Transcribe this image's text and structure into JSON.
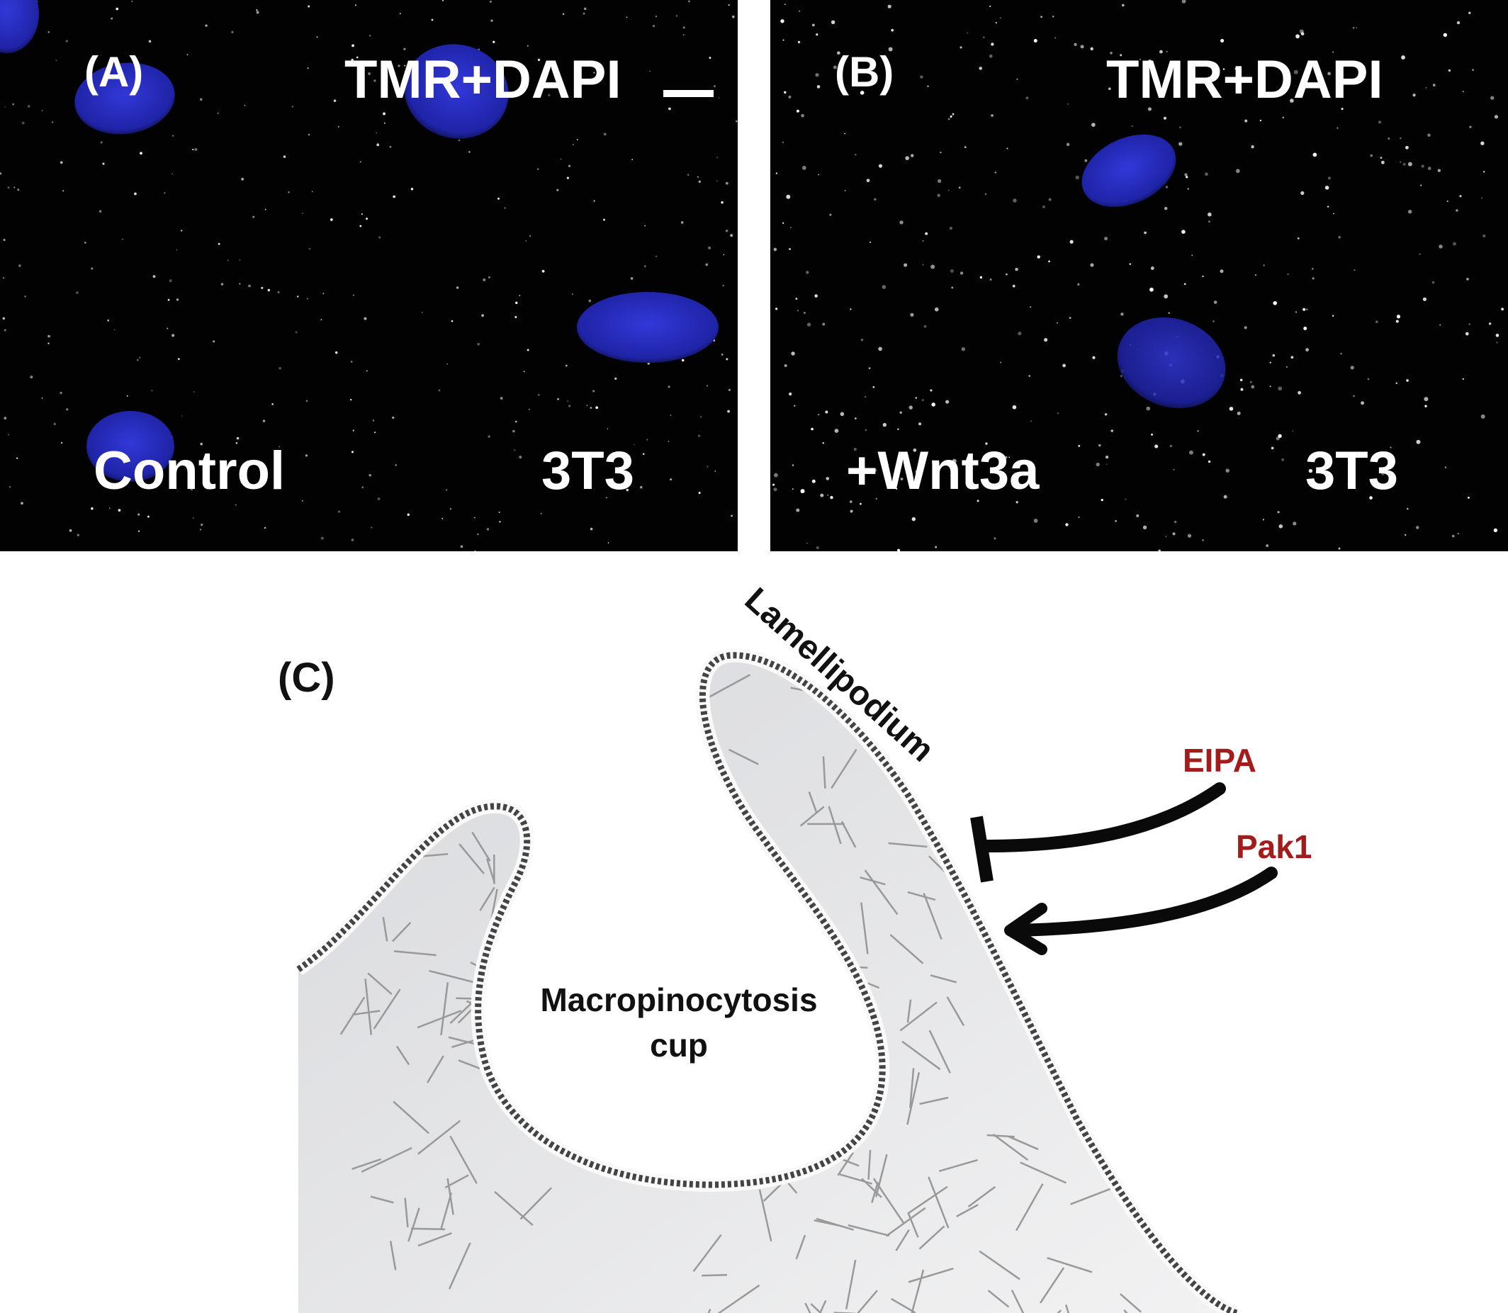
{
  "panel_a": {
    "label": "(A)",
    "stain": "TMR+DAPI",
    "condition": "Control",
    "cell_line": "3T3"
  },
  "panel_b": {
    "label": "(B)",
    "stain": "TMR+DAPI",
    "condition": "+Wnt3a",
    "cell_line": "3T3"
  },
  "panel_c": {
    "label": "(C)",
    "lamellipodium": "Lamellipodium",
    "cup_line1": "Macropinocytosis",
    "cup_line2": "cup",
    "inhibitor": "EIPA",
    "activator": "Pak1"
  },
  "colors": {
    "nucleus": "#2a2fc8",
    "drug_label": "#a31c1c",
    "membrane": "#555555",
    "cell_fill": "#e4e5e7"
  }
}
